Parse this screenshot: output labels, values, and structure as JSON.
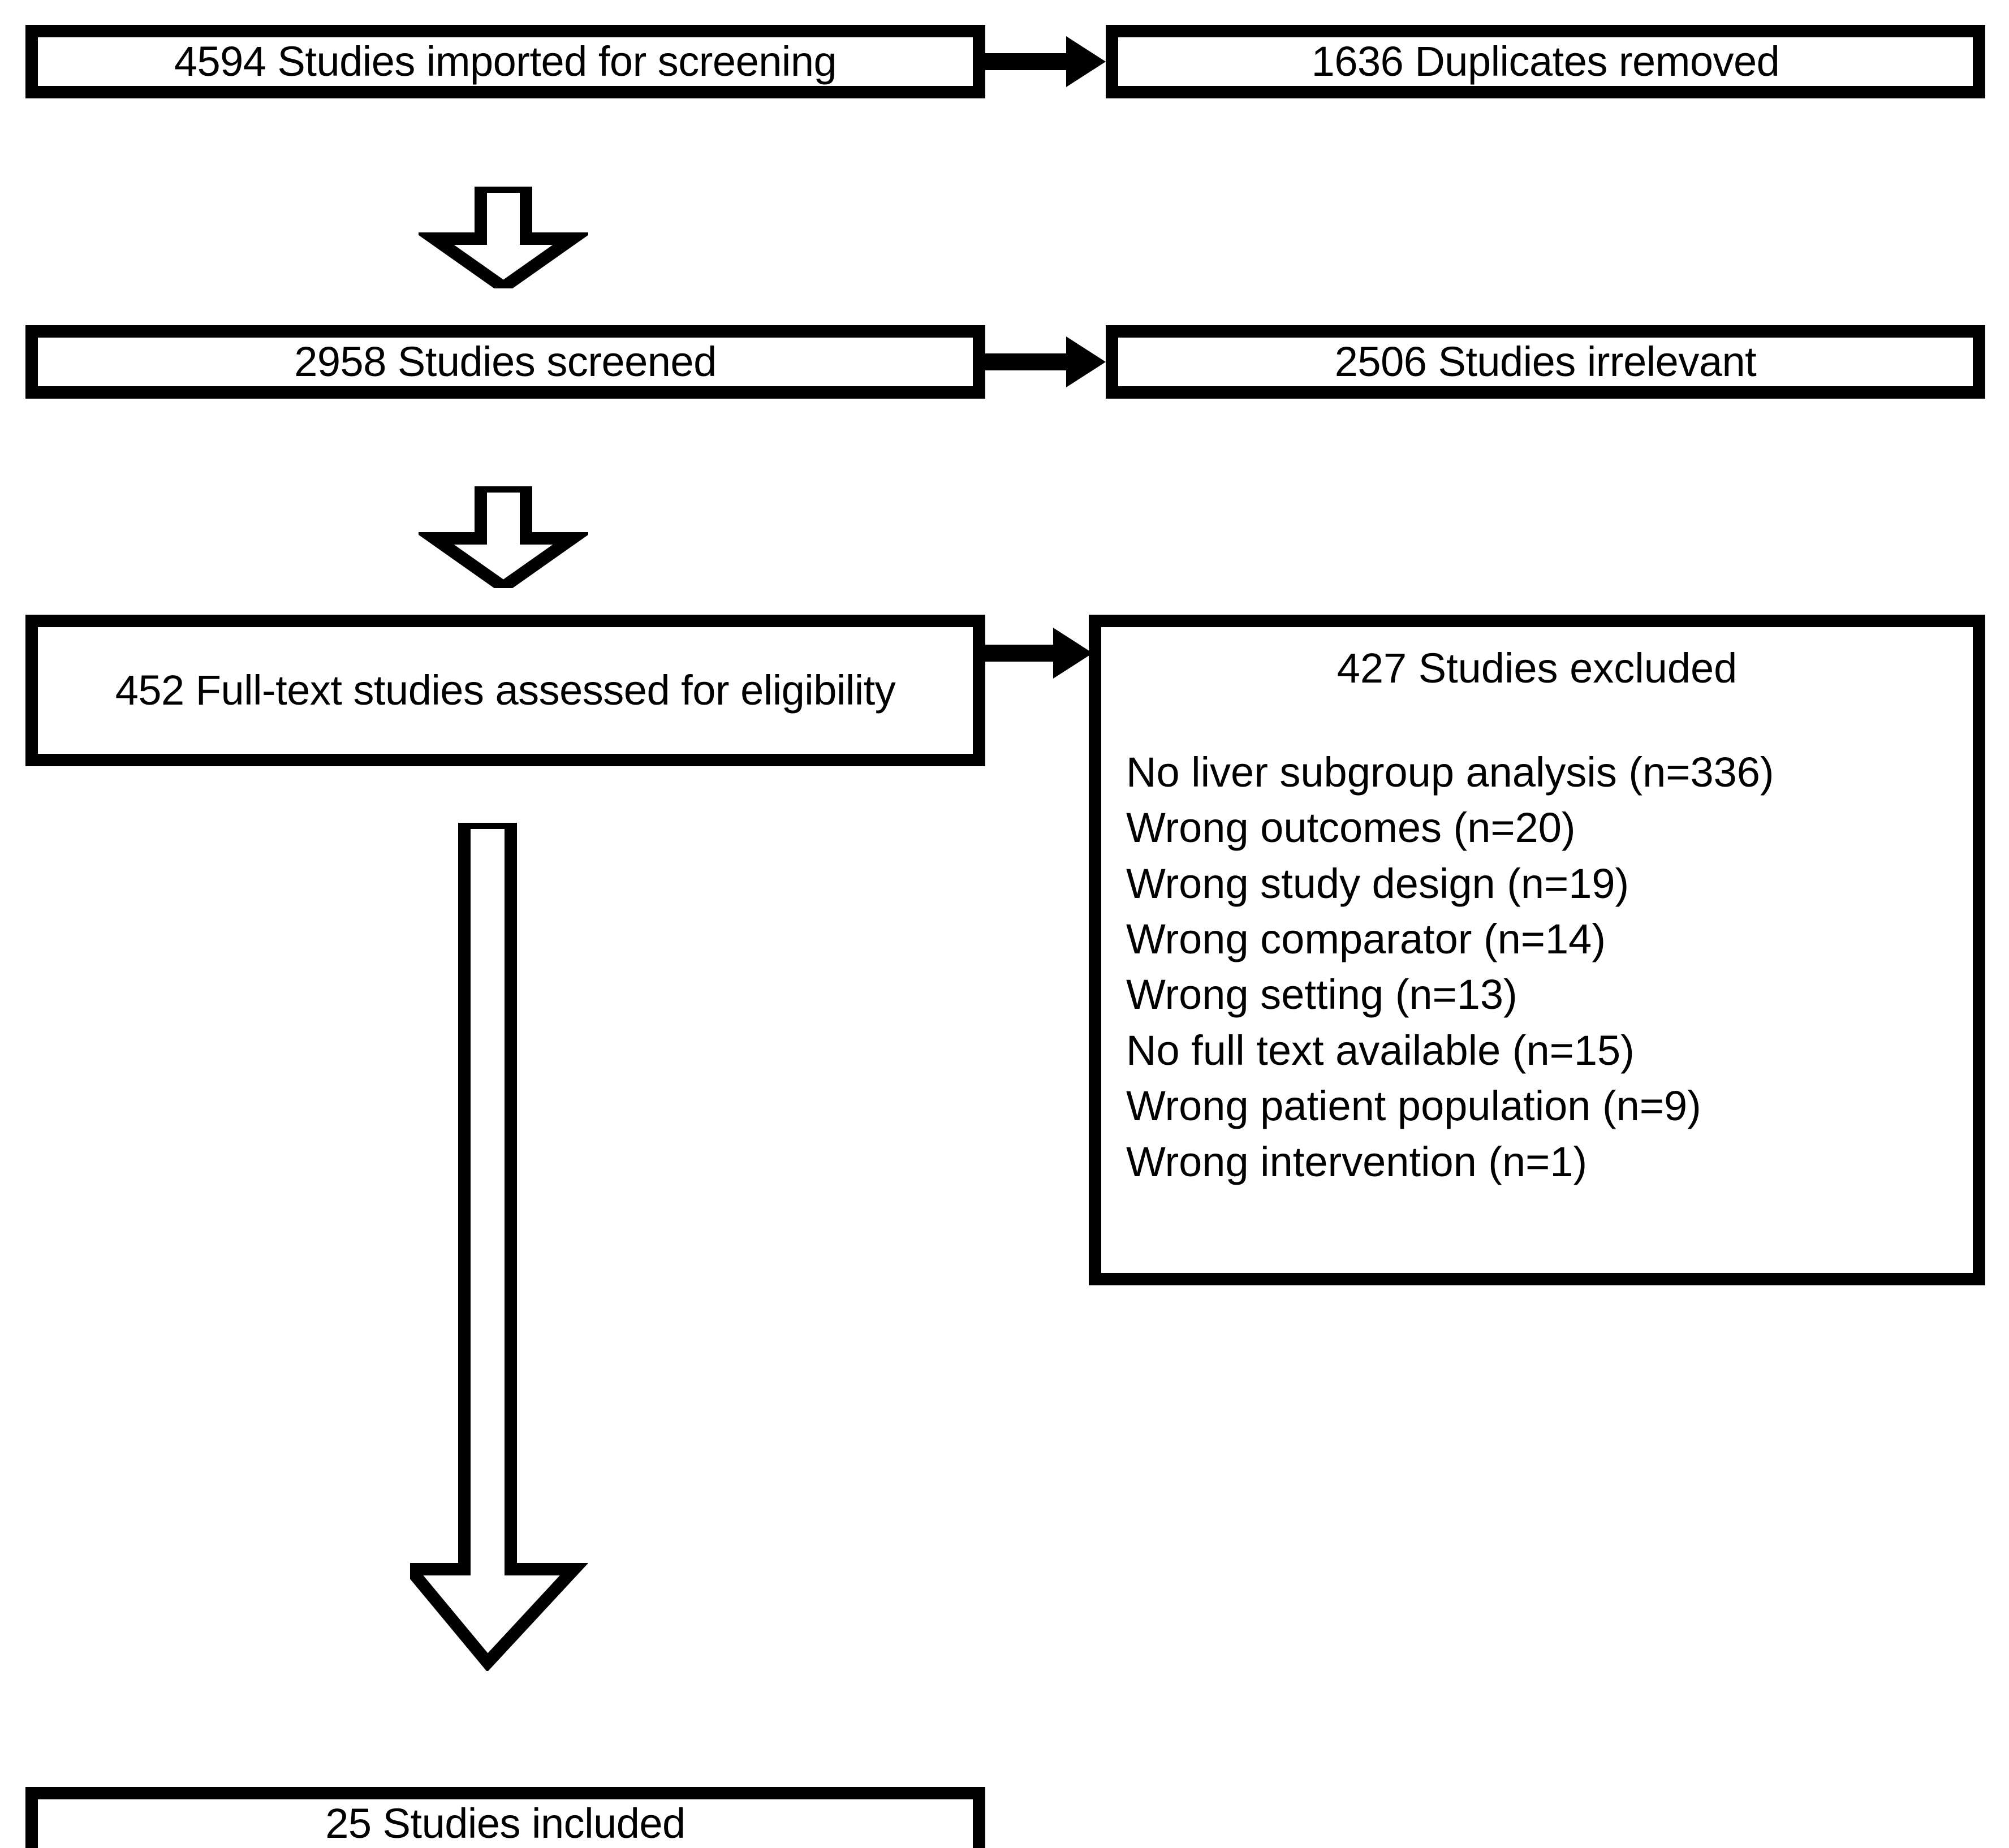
{
  "diagram": {
    "type": "prisma-flow-diagram",
    "title": "PRISMA study selection flow",
    "colors": {
      "background": "#ffffff",
      "stroke": "#000000",
      "text": "#000000",
      "fill": "#ffffff"
    },
    "nodes": {
      "imported": {
        "count": "4594",
        "text": "4594 Studies imported for screening"
      },
      "duplicates": {
        "count": "1636",
        "text": "1636 Duplicates removed"
      },
      "screened": {
        "count": "2958",
        "text": "2958 Studies screened"
      },
      "irrelevant": {
        "count": "2506",
        "text": "2506 Studies irrelevant"
      },
      "fulltext": {
        "count": "452",
        "text": "452 Full-text studies assessed for eligibility"
      },
      "excluded": {
        "count": "427",
        "title": "427 Studies excluded",
        "reasons": [
          {
            "label": "No liver subgroup analysis",
            "n": "336",
            "text": "No liver subgroup analysis (n=336)"
          },
          {
            "label": "Wrong outcomes",
            "n": "20",
            "text": "Wrong outcomes (n=20)"
          },
          {
            "label": "Wrong study design",
            "n": "19",
            "text": "Wrong study design (n=19)"
          },
          {
            "label": "Wrong comparator",
            "n": "14",
            "text": "Wrong comparator (n=14)"
          },
          {
            "label": "Wrong setting",
            "n": "13",
            "text": "Wrong setting (n=13)"
          },
          {
            "label": "No full text available",
            "n": "15",
            "text": "No full text available (n=15)"
          },
          {
            "label": "Wrong patient population",
            "n": "9",
            "text": "Wrong patient population (n=9)"
          },
          {
            "label": "Wrong intervention",
            "n": "1",
            "text": "Wrong intervention (n=1)"
          }
        ]
      },
      "included": {
        "count": "25",
        "text": "25 Studies included"
      }
    },
    "connectors": [
      {
        "name": "imported-to-duplicates",
        "kind": "horizontal-arrow",
        "from": "imported",
        "to": "duplicates"
      },
      {
        "name": "imported-to-screened",
        "kind": "down-block-arrow",
        "from": "imported",
        "to": "screened"
      },
      {
        "name": "screened-to-irrelevant",
        "kind": "horizontal-arrow",
        "from": "screened",
        "to": "irrelevant"
      },
      {
        "name": "screened-to-fulltext",
        "kind": "down-block-arrow",
        "from": "screened",
        "to": "fulltext"
      },
      {
        "name": "fulltext-to-excluded",
        "kind": "horizontal-arrow",
        "from": "fulltext",
        "to": "excluded"
      },
      {
        "name": "fulltext-to-included",
        "kind": "down-block-arrow-long",
        "from": "fulltext",
        "to": "included"
      }
    ]
  }
}
